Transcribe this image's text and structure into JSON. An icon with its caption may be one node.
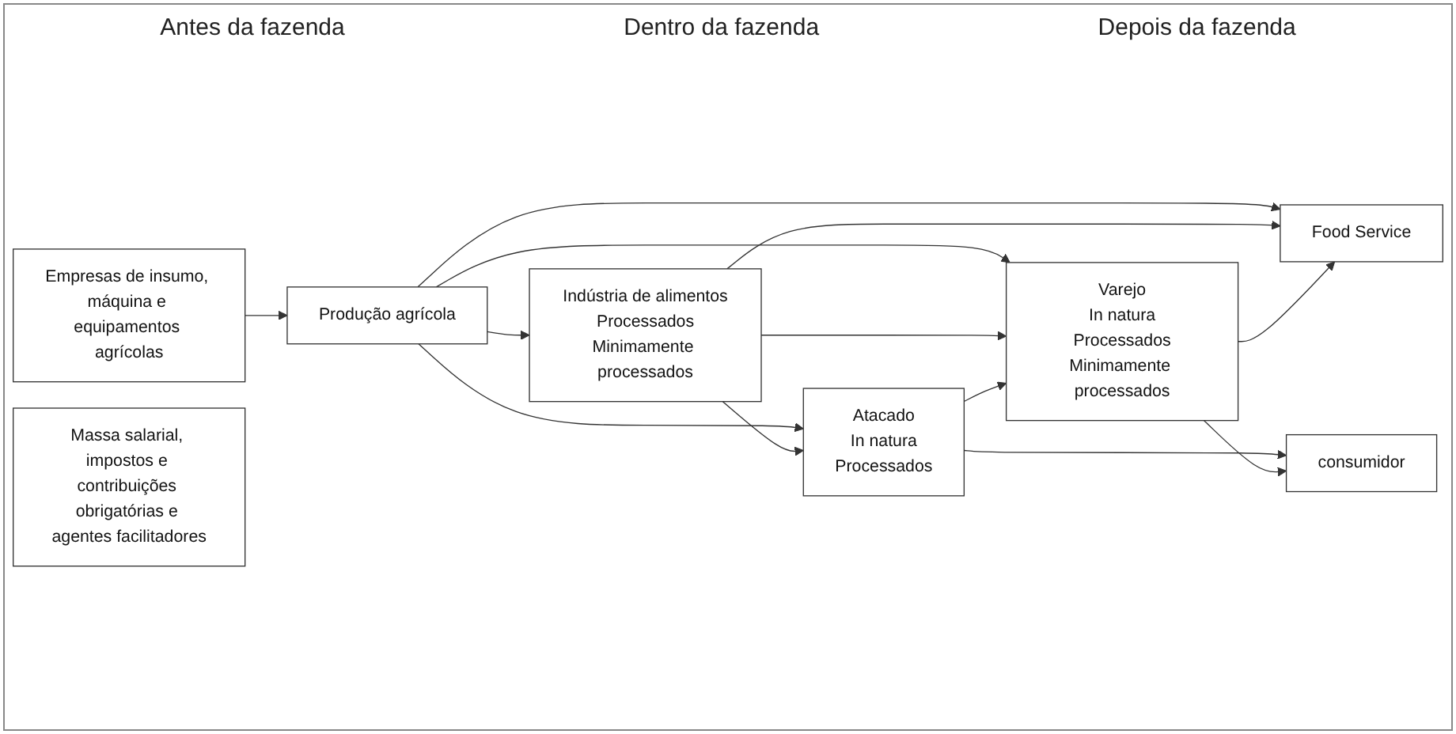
{
  "diagram": {
    "nodes": [
      {
        "text": [
          "Empresas de insumo, máquina e equipamentos agrícolas"
        ]
      },
      {
        "text": [
          "Produção agrícola"
        ]
      },
      {
        "text": [
          "Indústria de alimentos",
          "Processados",
          "Minimamente processados"
        ]
      },
      {
        "text": [
          "Atacado",
          "In natura",
          "Processados"
        ]
      },
      {
        "text": [
          "Varejo",
          "In natura",
          "Processados",
          "Minimamente processados"
        ]
      },
      {
        "text": [
          "Food Service"
        ]
      },
      {
        "text": [
          "consumidor"
        ]
      },
      {
        "text": [
          "Massa salarial, impostos e contribuições obrigatórias e agentes facilitadores"
        ]
      }
    ],
    "edges": [
      {
        "from": 0,
        "to": 1,
        "arrow": "to"
      },
      {
        "from": 1,
        "to": 2,
        "arrow": "to"
      },
      {
        "from": 1,
        "to": 3,
        "arrow": "to"
      },
      {
        "from": 1,
        "to": 4,
        "arrow": "to"
      },
      {
        "from": 1,
        "to": 5,
        "arrow": "to"
      },
      {
        "from": 2,
        "to": 3,
        "arrow": "to"
      },
      {
        "from": 2,
        "to": 4,
        "arrow": "to"
      },
      {
        "from": 2,
        "to": 5,
        "arrow": "to"
      },
      {
        "from": 3,
        "to": 4,
        "arrow": "to"
      },
      {
        "from": 3,
        "to": 6,
        "arrow": "to"
      },
      {
        "from": 4,
        "to": 5,
        "arrow": "to"
      },
      {
        "from": 4,
        "to": 6,
        "arrow": "to"
      }
    ],
    "labels": [
      "Antes da fazenda",
      "Dentro da fazenda",
      "Depois da fazenda"
    ]
  }
}
